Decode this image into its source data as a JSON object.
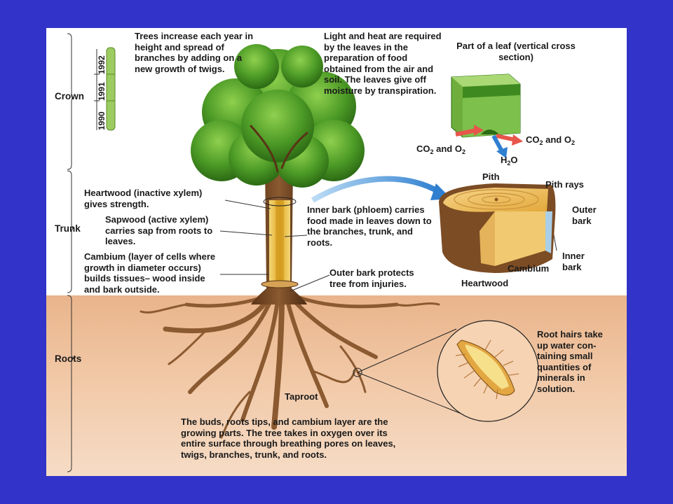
{
  "section_labels": {
    "crown": "Crown",
    "trunk": "Trunk",
    "roots": "Roots"
  },
  "years": [
    "1990",
    "1991",
    "1992"
  ],
  "captions": {
    "growth": "Trees increase each year in height and spread of branches by adding on a new growth of twigs.",
    "light": "Light and heat are required by the leaves in the preparation of food obtained from the air and soil. The leaves give off moisture by transpiration.",
    "leaf_title": "Part of a leaf (vertical cross section)",
    "co2_left": "CO",
    "co2_left_sub": "2",
    "co2_left_rest": " and O",
    "co2_left_sub2": "2",
    "co2_right": "CO",
    "co2_right_sub": "2",
    "co2_right_rest": " and O",
    "co2_right_sub2": "2",
    "h2o": "H",
    "h2o_sub": "2",
    "h2o_rest": "O",
    "heartwood": "Heartwood (inactive xylem) gives strength.",
    "sapwood": "Sapwood (active xylem) carries sap from roots to leaves.",
    "cambium": "Cambium (layer of cells where growth in diameter occurs) builds tissues– wood inside and bark outside.",
    "inner_bark": "Inner bark (phloem) carries food made in leaves down to the branches, trunk, and roots.",
    "outer_bark_protects": "Outer bark protects tree from injuries.",
    "taproot": "Taproot",
    "root_hairs": "Root hairs take up water con-taining small quantities of minerals in solution.",
    "bottom": "The buds, roots tips, and cambium layer are the growing parts. The tree takes in oxygen over its entire surface through breathing pores on leaves, twigs, branches, trunk, and roots."
  },
  "section_labels_cut": {
    "pith": "Pith",
    "pith_rays": "Pith rays",
    "outer_bark": "Outer bark",
    "inner_bark": "Inner bark",
    "cambium": "Cambium",
    "heartwood": "Heartwood"
  },
  "colors": {
    "frame": "#3233c8",
    "leaf_green": "#4c9a26",
    "trunk_brown": "#7a4a26",
    "sapwood_yellow": "#e9b830",
    "soil": "#eebd96",
    "arrow_blue": "#3f8fd8",
    "arrow_red": "#e8554a"
  }
}
